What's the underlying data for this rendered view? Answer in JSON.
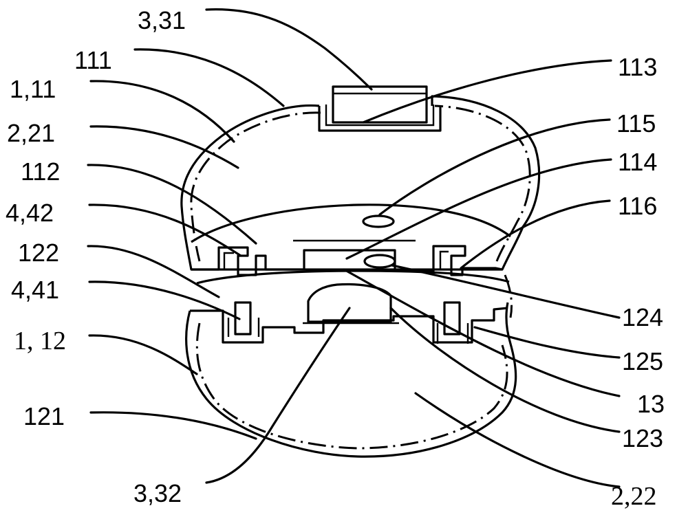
{
  "labels": {
    "l_3_31": "3,31",
    "l_111": "111",
    "l_1_11": "1,11",
    "l_2_21": "2,21",
    "l_112": "112",
    "l_4_42": "4,42",
    "l_122": "122",
    "l_4_41": "4,41",
    "l_1_12": "1, 12",
    "l_121": "121",
    "l_3_32": "3,32",
    "l_113": "113",
    "l_115": "115",
    "l_114": "114",
    "l_116": "116",
    "l_124": "124",
    "l_125": "125",
    "l_13": "13",
    "l_123": "123",
    "l_2_22": "2,22"
  }
}
